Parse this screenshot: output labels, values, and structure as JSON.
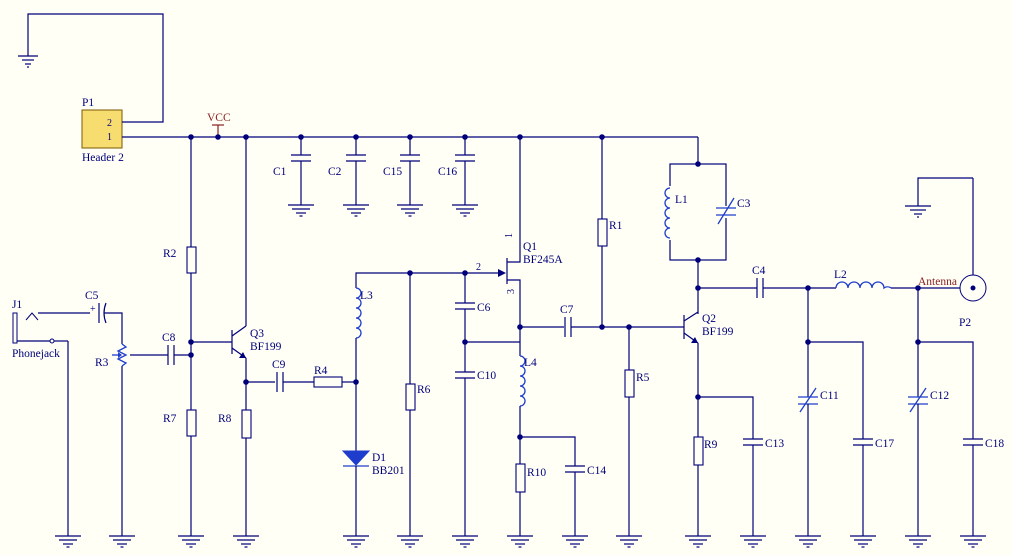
{
  "net_labels": {
    "vcc": "VCC",
    "antenna": "Antenna"
  },
  "header": {
    "designator": "P1",
    "name": "Header 2",
    "pin2": "2",
    "pin1": "1"
  },
  "connector": {
    "designator": "J1",
    "name": "Phonejack"
  },
  "antenna_port": {
    "designator": "P2"
  },
  "transistors": {
    "q1": {
      "designator": "Q1",
      "part": "BF245A",
      "pin2": "2",
      "pin1": "1",
      "pin3": "3"
    },
    "q2": {
      "designator": "Q2",
      "part": "BF199"
    },
    "q3": {
      "designator": "Q3",
      "part": "BF199"
    }
  },
  "diode": {
    "designator": "D1",
    "part": "BB201"
  },
  "capacitors": {
    "c1": "C1",
    "c2": "C2",
    "c15": "C15",
    "c16": "C16",
    "c3": "C3",
    "c4": "C4",
    "c5": "C5",
    "c6": "C6",
    "c7": "C7",
    "c8": "C8",
    "c9": "C9",
    "c10": "C10",
    "c11": "C11",
    "c12": "C12",
    "c13": "C13",
    "c14": "C14",
    "c17": "C17",
    "c18": "C18"
  },
  "resistors": {
    "r1": "R1",
    "r2": "R2",
    "r3": "R3",
    "r4": "R4",
    "r5": "R5",
    "r6": "R6",
    "r7": "R7",
    "r8": "R8",
    "r9": "R9",
    "r10": "R10"
  },
  "inductors": {
    "l1": "L1",
    "l2": "L2",
    "l3": "L3",
    "l4": "L4"
  },
  "colors": {
    "wire": "#00007a",
    "background": "#fffff6",
    "header_fill": "#f7dc6f",
    "net_label": "#8a1f1f"
  }
}
